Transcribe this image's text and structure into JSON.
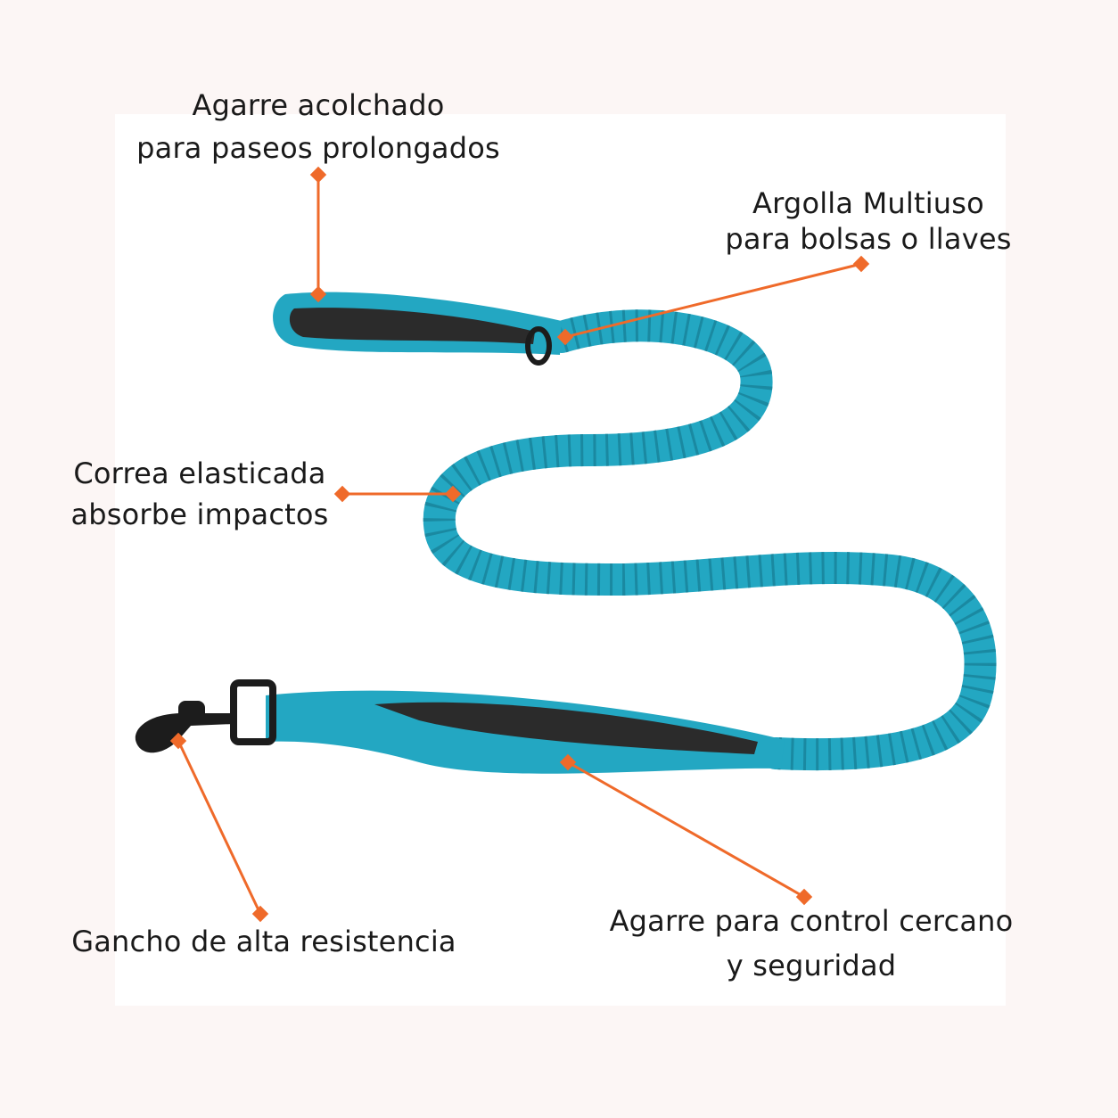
{
  "callouts": {
    "padded_handle": {
      "line1": "Agarre acolchado",
      "line2": "para paseos prolongados"
    },
    "multi_ring": {
      "line1": "Argolla Multiuso",
      "line2": "para bolsas o llaves"
    },
    "elastic_strap": {
      "line1": "Correa elasticada",
      "line2": "absorbe impactos"
    },
    "hook": {
      "line1": "Gancho de alta resistencia"
    },
    "control_grip": {
      "line1": "Agarre para control cercano",
      "line2": "y seguridad"
    }
  },
  "colors": {
    "background": "#fcf6f5",
    "panel": "#ffffff",
    "leash": "#23a7c2",
    "padding": "#2b2b2b",
    "hardware": "#1c1c1c",
    "pointer": "#ef6a2a"
  }
}
